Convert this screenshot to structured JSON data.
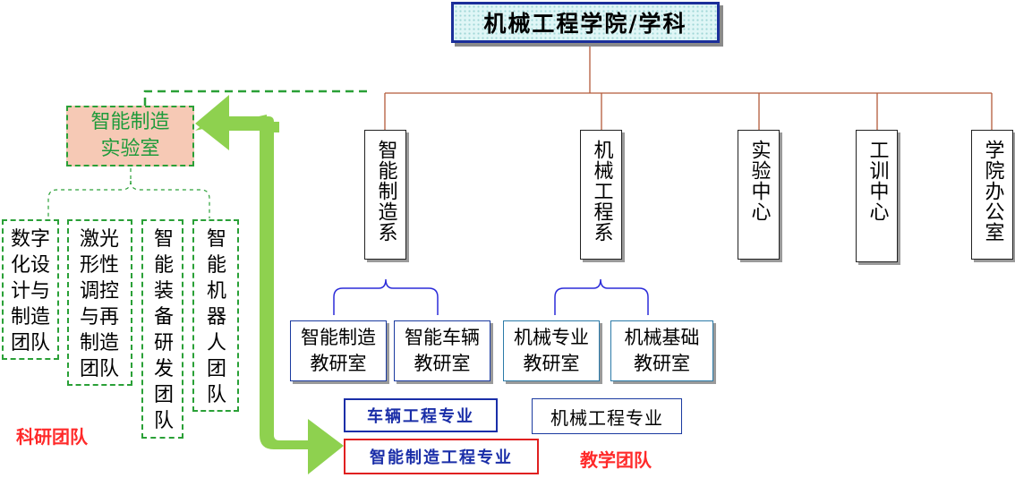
{
  "root": {
    "label": "机械工程学院/学科"
  },
  "departments": [
    {
      "label": "智能制造系"
    },
    {
      "label": "机械工程系"
    },
    {
      "label": "实验中心"
    },
    {
      "label": "工训中心"
    },
    {
      "label": "学院办公室"
    }
  ],
  "teaching_rooms": [
    {
      "line1": "智能制造",
      "line2": "教研室"
    },
    {
      "line1": "智能车辆",
      "line2": "教研室"
    },
    {
      "line1": "机械专业",
      "line2": "教研室"
    },
    {
      "line1": "机械基础",
      "line2": "教研室"
    }
  ],
  "lab": {
    "line1": "智能制造",
    "line2": "实验室"
  },
  "research_teams": [
    {
      "lines": [
        "数字",
        "化设",
        "计与",
        "制造",
        "团队"
      ]
    },
    {
      "lines": [
        "激光",
        "形性",
        "调控",
        "与再",
        "制造",
        "团队"
      ]
    },
    {
      "lines": [
        "智",
        "能",
        "装",
        "备",
        "研",
        "发",
        "团",
        "队"
      ]
    },
    {
      "lines": [
        "智",
        "能",
        "机",
        "器",
        "人",
        "团",
        "队"
      ]
    }
  ],
  "majors": [
    {
      "label": "车辆工程专业",
      "color": "#1a2ea8"
    },
    {
      "label": "机械工程专业",
      "color": "#2b7aa8"
    },
    {
      "label": "智能制造工程专业",
      "color": "#e02020"
    }
  ],
  "labels": {
    "research": "科研团队",
    "teaching": "教学团队"
  },
  "colors": {
    "connector": "#b35a3a",
    "brace": "#2b2bd9",
    "dashed": "#2aa037",
    "arrow": "#8ed14f",
    "lab_fill": "#f6c9b5"
  }
}
